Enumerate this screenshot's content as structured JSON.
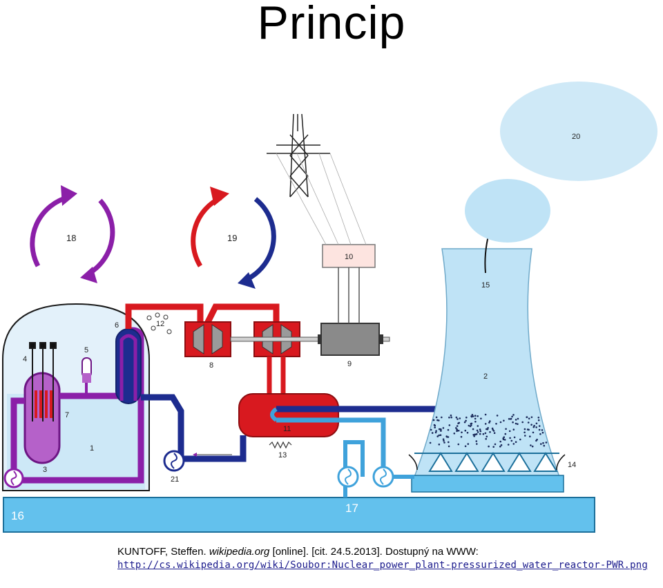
{
  "title": "Princip",
  "labels": {
    "l1": "1",
    "l2": "2",
    "l3": "3",
    "l4": "4",
    "l5": "5",
    "l6": "6",
    "l7": "7",
    "l8": "8",
    "l9": "9",
    "l10": "10",
    "l11": "11",
    "l12": "12",
    "l13": "13",
    "l14": "14",
    "l15": "15",
    "l16": "16",
    "l17": "17",
    "l18": "18",
    "l19": "19",
    "l20": "20",
    "l21": "21"
  },
  "colors": {
    "primary_loop": "#8b1fa8",
    "steam_red": "#d8191f",
    "condensate_blue": "#1d2c8f",
    "cooling_light_blue": "#3fa2db",
    "water_body": "#63c1ed",
    "tower": "#bfe3f6",
    "containment": "#e3f1fa"
  },
  "citation": {
    "author": "KUNTOFF, Steffen.",
    "source": "wikipedia.org",
    "details": "[online]. [cit. 24.5.2013]. Dostupný na WWW:",
    "url": "http://cs.wikipedia.org/wiki/Soubor:Nuclear_power_plant-pressurized_water_reactor-PWR.png"
  }
}
